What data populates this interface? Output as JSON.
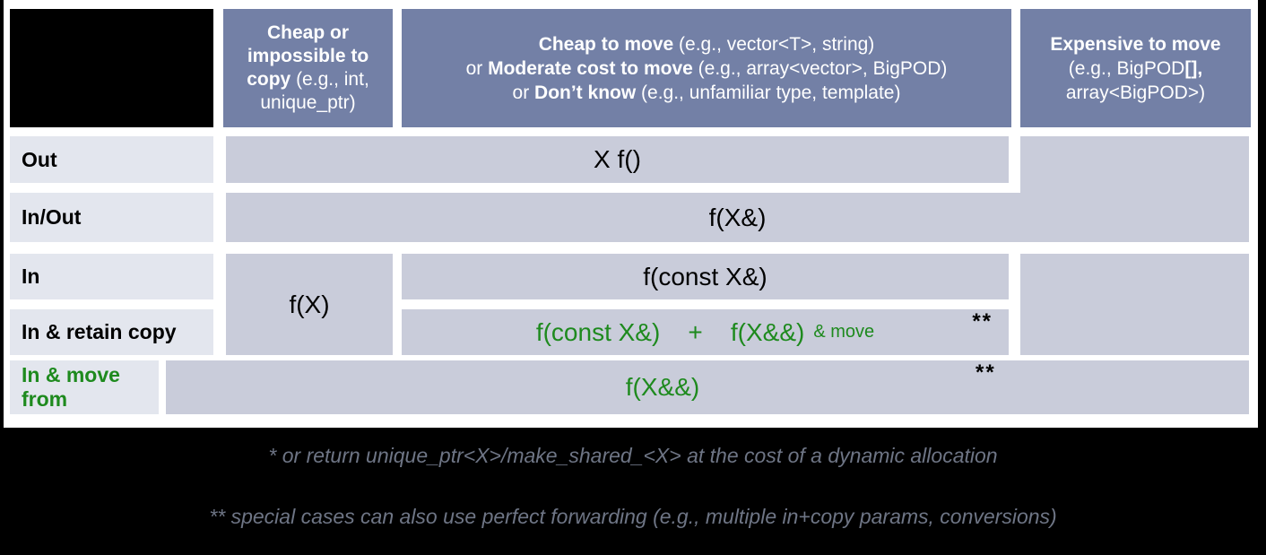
{
  "colors": {
    "header_bg": "#7380A6",
    "cell_bg": "#C9CCDA",
    "label_bg": "#E3E6EE",
    "green_text": "#1E8A1E",
    "footnote_text": "#6E7585",
    "background": "#000000"
  },
  "headers": {
    "col1": {
      "bold": "Cheap or impossible to copy",
      "rest": " (e.g., int, unique_ptr)"
    },
    "col2": {
      "line1": {
        "pre": "",
        "bold": "Cheap to move",
        "rest": " (e.g., vector<T>, string)"
      },
      "line2": {
        "pre": "or ",
        "bold": "Moderate cost to move",
        "rest": " (e.g., array<vector>, BigPOD)"
      },
      "line3": {
        "pre": "or ",
        "bold": "Don’t know",
        "rest": " (e.g., unfamiliar type, template)"
      }
    },
    "col3": {
      "line1_bold": "Expensive to move",
      "line2_pre": "(e.g., BigPOD",
      "line2_bold": "[],",
      "line3": "array<BigPOD>)"
    }
  },
  "rows": {
    "out": {
      "label": "Out",
      "value": "X f()"
    },
    "inout": {
      "label": "In/Out",
      "value": "f(X&)"
    },
    "in": {
      "label": "In",
      "value": "f(const X&)",
      "copy_value": "f(X)"
    },
    "retain": {
      "label": "In & retain copy",
      "value": "f(const X&)    +    f(X&&)",
      "suffix": "& move",
      "marker": "**"
    },
    "movefrom": {
      "label": "In & move from",
      "value": "f(X&&)",
      "marker": "**"
    }
  },
  "footnotes": {
    "note1": "* or return unique_ptr<X>/make_shared_<X> at the cost of a dynamic allocation",
    "note2": "** special cases can also use perfect forwarding (e.g., multiple in+copy params, conversions)"
  }
}
